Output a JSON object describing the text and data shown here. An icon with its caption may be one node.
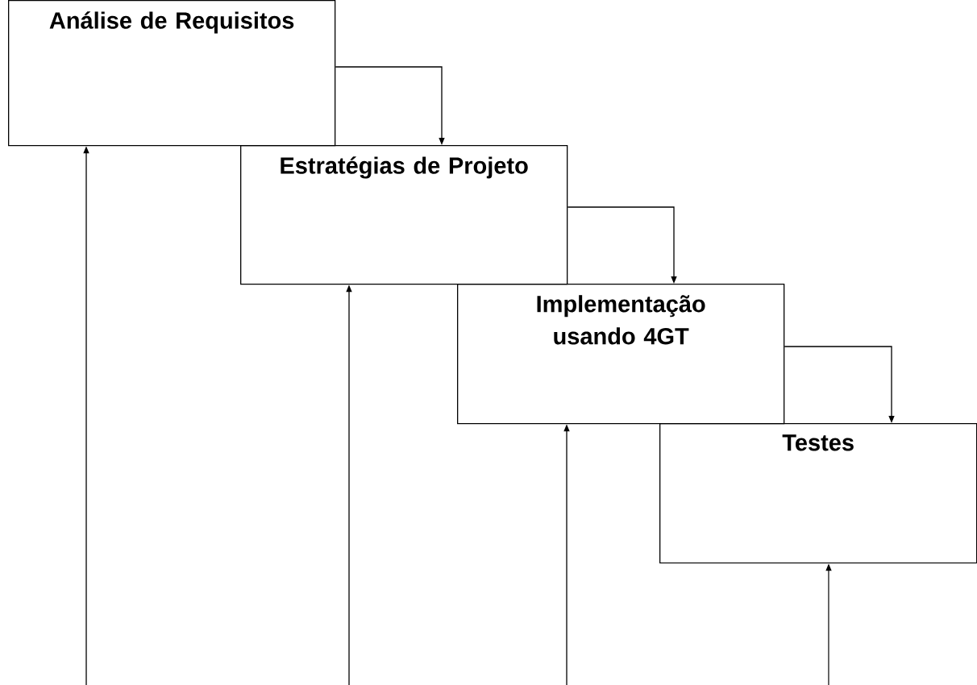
{
  "diagram": {
    "nodes": [
      {
        "text": [
          "Análise de Requisitos"
        ]
      },
      {
        "text": [
          "Estratégias de Projeto"
        ]
      },
      {
        "text": [
          "Implementação usando 4GT"
        ]
      },
      {
        "text": [
          "Testes"
        ]
      }
    ],
    "edges": [
      {
        "from": 0,
        "to": 1,
        "arrow": "to"
      },
      {
        "from": 1,
        "to": 2,
        "arrow": "to"
      },
      {
        "from": 2,
        "to": 3,
        "arrow": "to"
      },
      {
        "from": null,
        "to": 0,
        "arrow": "to"
      },
      {
        "from": null,
        "to": 1,
        "arrow": "to"
      },
      {
        "from": null,
        "to": 2,
        "arrow": "to"
      },
      {
        "from": null,
        "to": 3,
        "arrow": "to"
      }
    ]
  }
}
